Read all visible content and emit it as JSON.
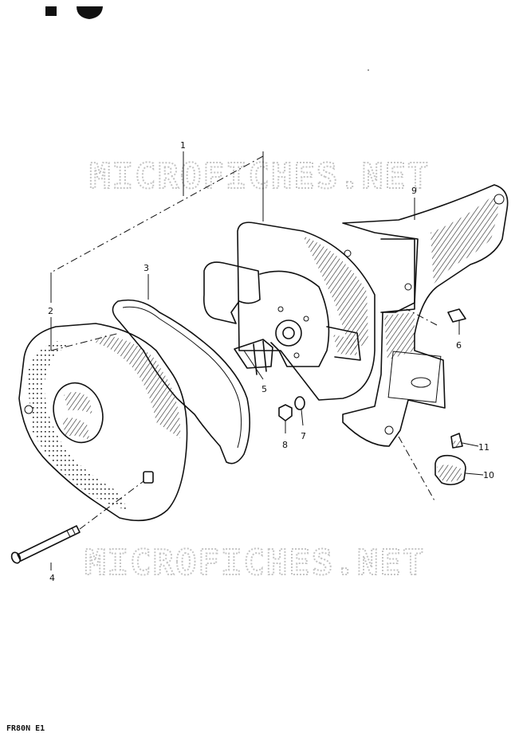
{
  "diagram": {
    "callouts": [
      {
        "id": "c1",
        "text": "1"
      },
      {
        "id": "c2",
        "text": "2"
      },
      {
        "id": "c3",
        "text": "3"
      },
      {
        "id": "c4",
        "text": "4"
      },
      {
        "id": "c5",
        "text": "5"
      },
      {
        "id": "c6",
        "text": "6"
      },
      {
        "id": "c7",
        "text": "7"
      },
      {
        "id": "c8",
        "text": "8"
      },
      {
        "id": "c9",
        "text": "9"
      },
      {
        "id": "c10",
        "text": "10"
      },
      {
        "id": "c11",
        "text": "11"
      }
    ],
    "watermark_top": "MICROFICHES.NET",
    "watermark_bottom": "MICROFICHES.NET",
    "footer_code": "FR80N E1"
  }
}
